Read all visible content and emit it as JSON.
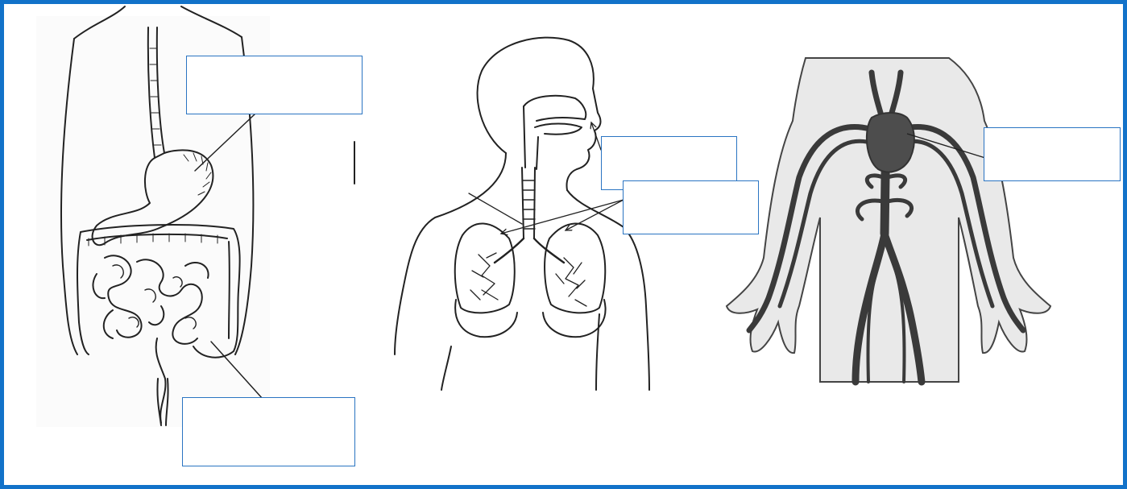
{
  "worksheet": {
    "frame_color": "#1272c9",
    "box_border_color": "#2a74c2",
    "diagrams": [
      {
        "name": "digestive-system",
        "label_boxes": [
          {
            "id": "stomach",
            "text": ""
          },
          {
            "id": "large-intestine",
            "text": ""
          }
        ]
      },
      {
        "name": "respiratory-system",
        "label_boxes": [
          {
            "id": "nose",
            "text": ""
          },
          {
            "id": "lungs",
            "text": ""
          }
        ]
      },
      {
        "name": "circulatory-system",
        "label_boxes": [
          {
            "id": "heart",
            "text": ""
          }
        ]
      }
    ]
  }
}
